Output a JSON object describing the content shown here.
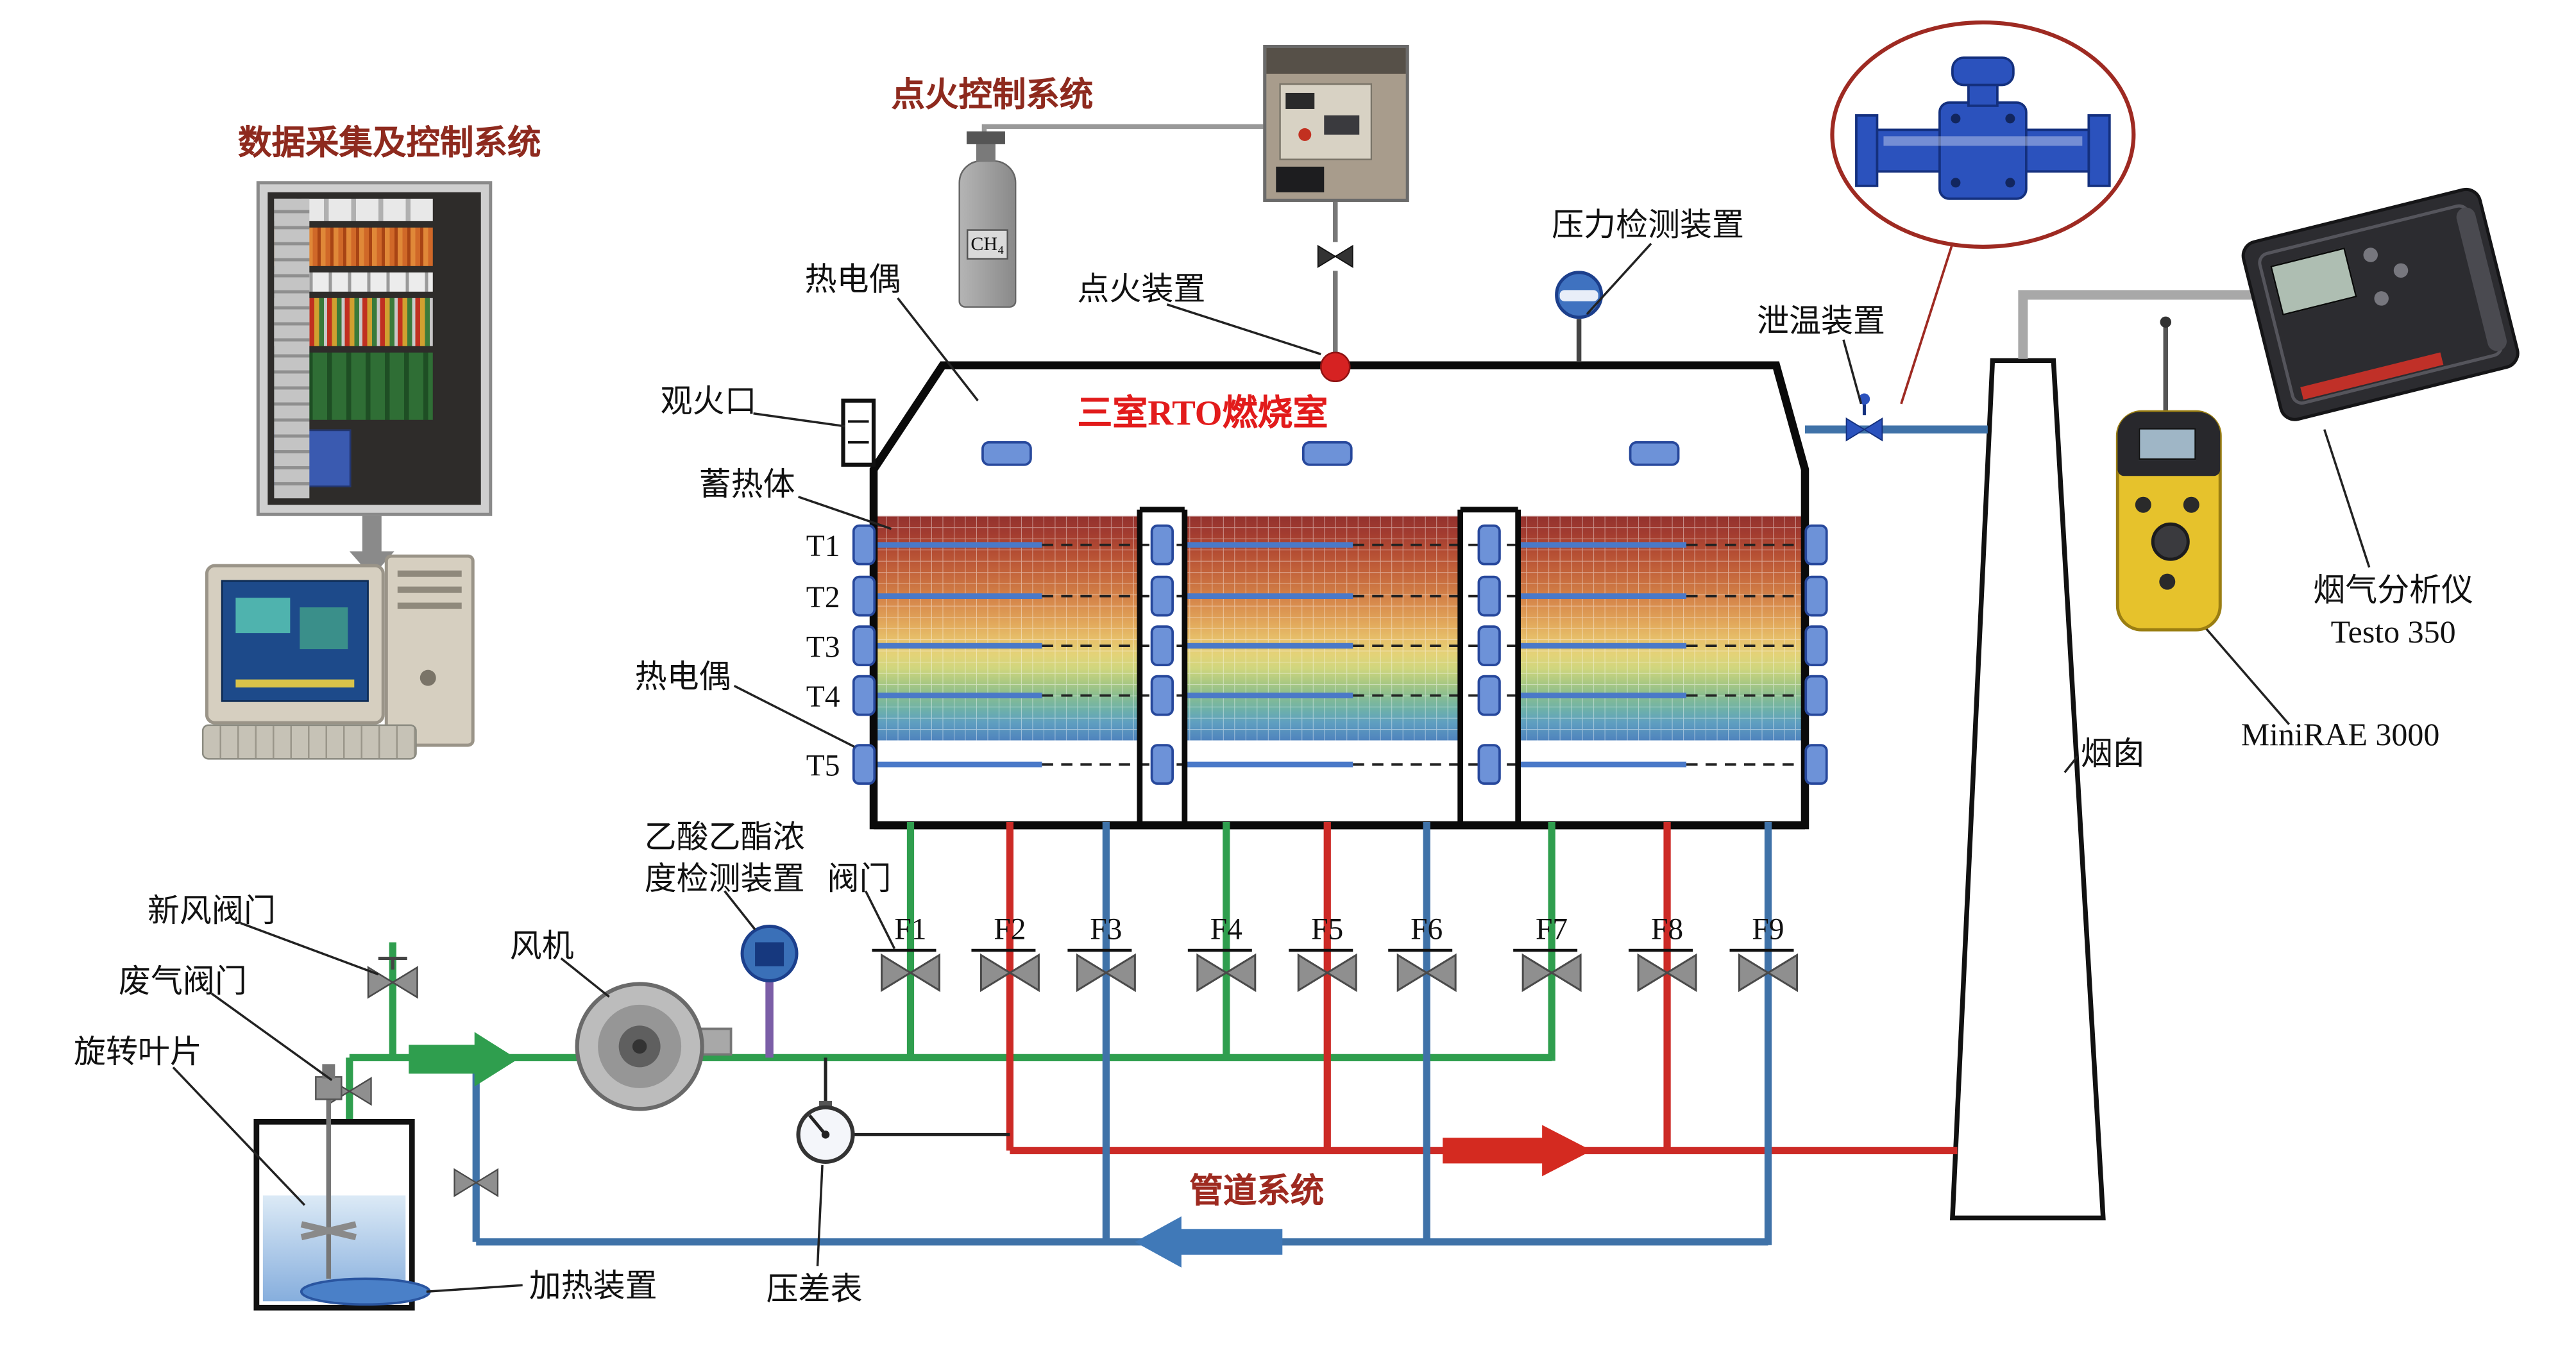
{
  "colors": {
    "accent_label": "#8e2a1e",
    "rto_title_red": "#e21b1b",
    "pipe_green": "#2f9e4e",
    "pipe_red": "#cc2a26",
    "pipe_blue": "#3f72a8",
    "port_blue": "#6d92d8",
    "valve_gray": "#8f8f8f",
    "callout_ellipse": "#9e2a22",
    "bed_top": "#93322e",
    "bed_bottom": "#4f83bd"
  },
  "labels": {
    "data_acquisition": "数据采集及控制系统",
    "ignition_control": "点火控制系统",
    "ch4": "CH₄",
    "thermocouple_top": "热电偶",
    "ignition_device": "点火装置",
    "rto_chamber": "三室RTO燃烧室",
    "pressure_detector": "压力检测装置",
    "temp_relief": "泄温装置",
    "observation_port": "观火口",
    "regenerator": "蓄热体",
    "thermocouple_left": "热电偶",
    "ethyl_acetate_detector": "乙酸乙酯浓\n度检测装置",
    "valve": "阀门",
    "fresh_air_valve": "新风阀门",
    "waste_gas_valve": "废气阀门",
    "rotating_blade": "旋转叶片",
    "fan": "风机",
    "heating_device": "加热装置",
    "pressure_gauge": "压差表",
    "piping_system": "管道系统",
    "chimney": "烟囱",
    "minirae": "MiniRAE 3000",
    "gas_analyzer": "烟气分析仪\nTesto 350"
  },
  "t_labels": [
    "T1",
    "T2",
    "T3",
    "T4",
    "T5"
  ],
  "f_labels": [
    "F1",
    "F2",
    "F3",
    "F4",
    "F5",
    "F6",
    "F7",
    "F8",
    "F9"
  ]
}
